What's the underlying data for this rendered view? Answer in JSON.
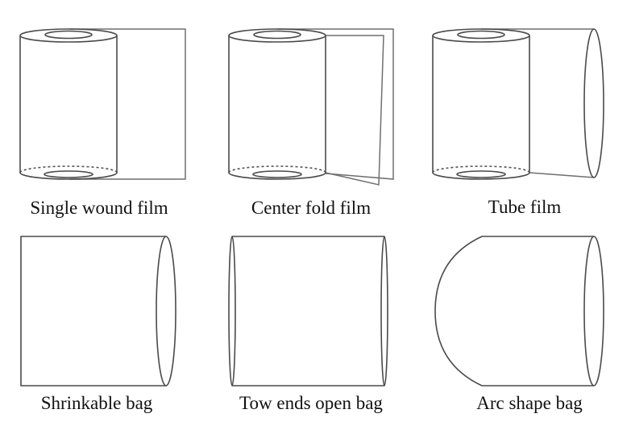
{
  "figures": [
    {
      "kind": "single-wound-film",
      "caption": "Single wound film"
    },
    {
      "kind": "center-fold-film",
      "caption": "Center fold film"
    },
    {
      "kind": "tube-film",
      "caption": "Tube film"
    },
    {
      "kind": "shrinkable-bag",
      "caption": "Shrinkable bag"
    },
    {
      "kind": "two-ends-open-bag",
      "caption": "Tow ends open bag"
    },
    {
      "kind": "arc-shape-bag",
      "caption": "Arc shape bag"
    }
  ]
}
